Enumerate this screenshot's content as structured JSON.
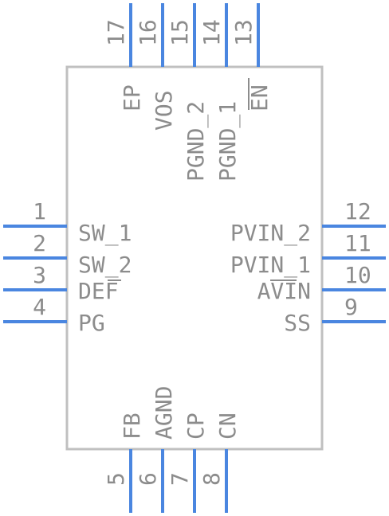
{
  "component": {
    "left_pins": [
      {
        "num": "1",
        "name": "SW_1"
      },
      {
        "num": "2",
        "name": "SW_2"
      },
      {
        "num": "3",
        "name": "DEF"
      },
      {
        "num": "4",
        "name": "PG"
      }
    ],
    "right_pins": [
      {
        "num": "12",
        "name": "PVIN_2"
      },
      {
        "num": "11",
        "name": "PVIN_1"
      },
      {
        "num": "10",
        "name": "AVIN"
      },
      {
        "num": "9",
        "name": "SS"
      }
    ],
    "top_pins": [
      {
        "num": "17",
        "name": "EP"
      },
      {
        "num": "16",
        "name": "VOS"
      },
      {
        "num": "15",
        "name": "PGND_2"
      },
      {
        "num": "14",
        "name": "PGND_1"
      },
      {
        "num": "13",
        "name": "EN"
      }
    ],
    "bottom_pins": [
      {
        "num": "5",
        "name": "FB"
      },
      {
        "num": "6",
        "name": "AGND"
      },
      {
        "num": "7",
        "name": "CP"
      },
      {
        "num": "8",
        "name": "CN"
      }
    ]
  },
  "colors": {
    "pin": "#4a86e0",
    "body_outline": "#c0c0c0",
    "text": "#8c8c8c"
  }
}
